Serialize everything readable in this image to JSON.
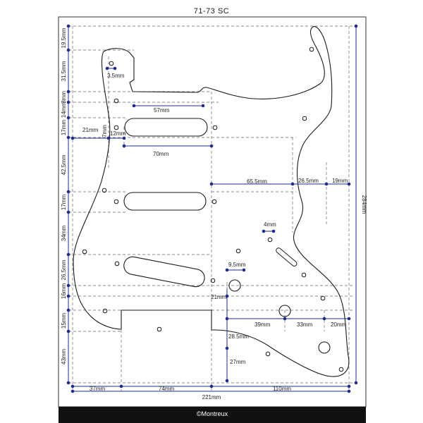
{
  "title": "71-73 SC",
  "footer": "©Montreux",
  "colors": {
    "outline": "#1a1a1a",
    "dimension": "#1f2b8c",
    "guide": "#666666",
    "footer_bg": "#111111"
  },
  "dimensions": {
    "left_side": [
      "19.5mm",
      "31.5mm",
      "8mm",
      "14mm",
      "17mm",
      "42.5mm",
      "17mm",
      "34mm",
      "26.5mm",
      "16mm",
      "15mm",
      "43mm"
    ],
    "right_side": "284mm",
    "bottom": [
      "37mm",
      "74mm",
      "110mm"
    ],
    "bottom_total": "221mm",
    "screw_hole": "3.5mm",
    "neck_pickup_width": "57mm",
    "offset_21": "21mm",
    "offset_7": "7mm",
    "offset_12": "12mm",
    "pickup_span": "70mm",
    "horizontal_65_5": "65.5mm",
    "horizontal_26_5": "26.5mm",
    "horizontal_19": "19mm",
    "switch_hole": "4mm",
    "knob_hole": "9.5mm",
    "vertical_21": "21mm",
    "horizontal_39": "39mm",
    "horizontal_33": "33mm",
    "horizontal_20": "20mm",
    "vertical_28_5": "28.5mm",
    "vertical_27": "27mm"
  }
}
